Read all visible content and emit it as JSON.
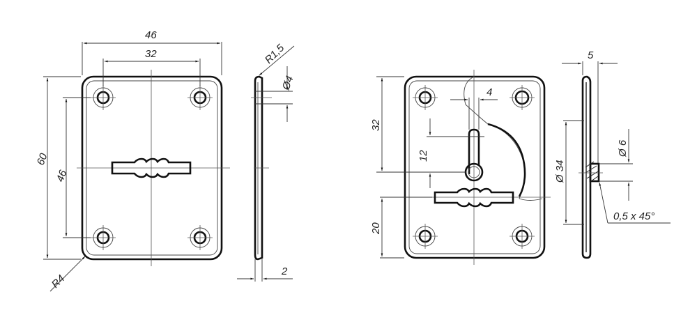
{
  "drawing": {
    "type": "technical-drawing",
    "subject": "escutcheon plate with keyhole",
    "line_color": "#111111",
    "background": "#ffffff"
  },
  "views": {
    "front_left": {
      "dims": {
        "width_overall": "46",
        "width_holes": "32",
        "height_overall": "60",
        "height_holes": "46",
        "corner_radius": "R4"
      }
    },
    "side_left": {
      "dims": {
        "edge_radius": "R1,5",
        "hole_diameter": "Ø4",
        "thickness": "2"
      }
    },
    "front_right": {
      "dims": {
        "top_to_pin": "32",
        "slot_width": "4",
        "slot_length": "12",
        "bottom_to_keyhole": "20"
      }
    },
    "side_right": {
      "dims": {
        "depth": "5",
        "disk_diameter": "Ø 34",
        "pin_diameter": "Ø 6",
        "chamfer": "0,5 x 45°"
      }
    }
  }
}
